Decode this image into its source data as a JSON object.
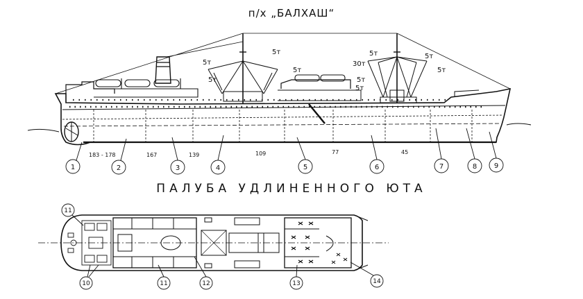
{
  "title": "п/х „БАЛХАШ“",
  "deck_title": "ПАЛУБА УДЛИНЕННОГО ЮТА",
  "crane_labels": [
    "5т",
    "5т",
    "5т",
    "5т",
    "5т",
    "30т",
    "5т",
    "5т",
    "5т",
    "5т"
  ],
  "frame_numbers": [
    "183 - 178",
    "167",
    "139",
    "109",
    "77",
    "45"
  ],
  "profile_callouts": [
    "1",
    "2",
    "3",
    "4",
    "5",
    "6",
    "7",
    "8",
    "9"
  ],
  "deck_callouts": [
    "11",
    "10",
    "11",
    "12",
    "13",
    "14"
  ]
}
